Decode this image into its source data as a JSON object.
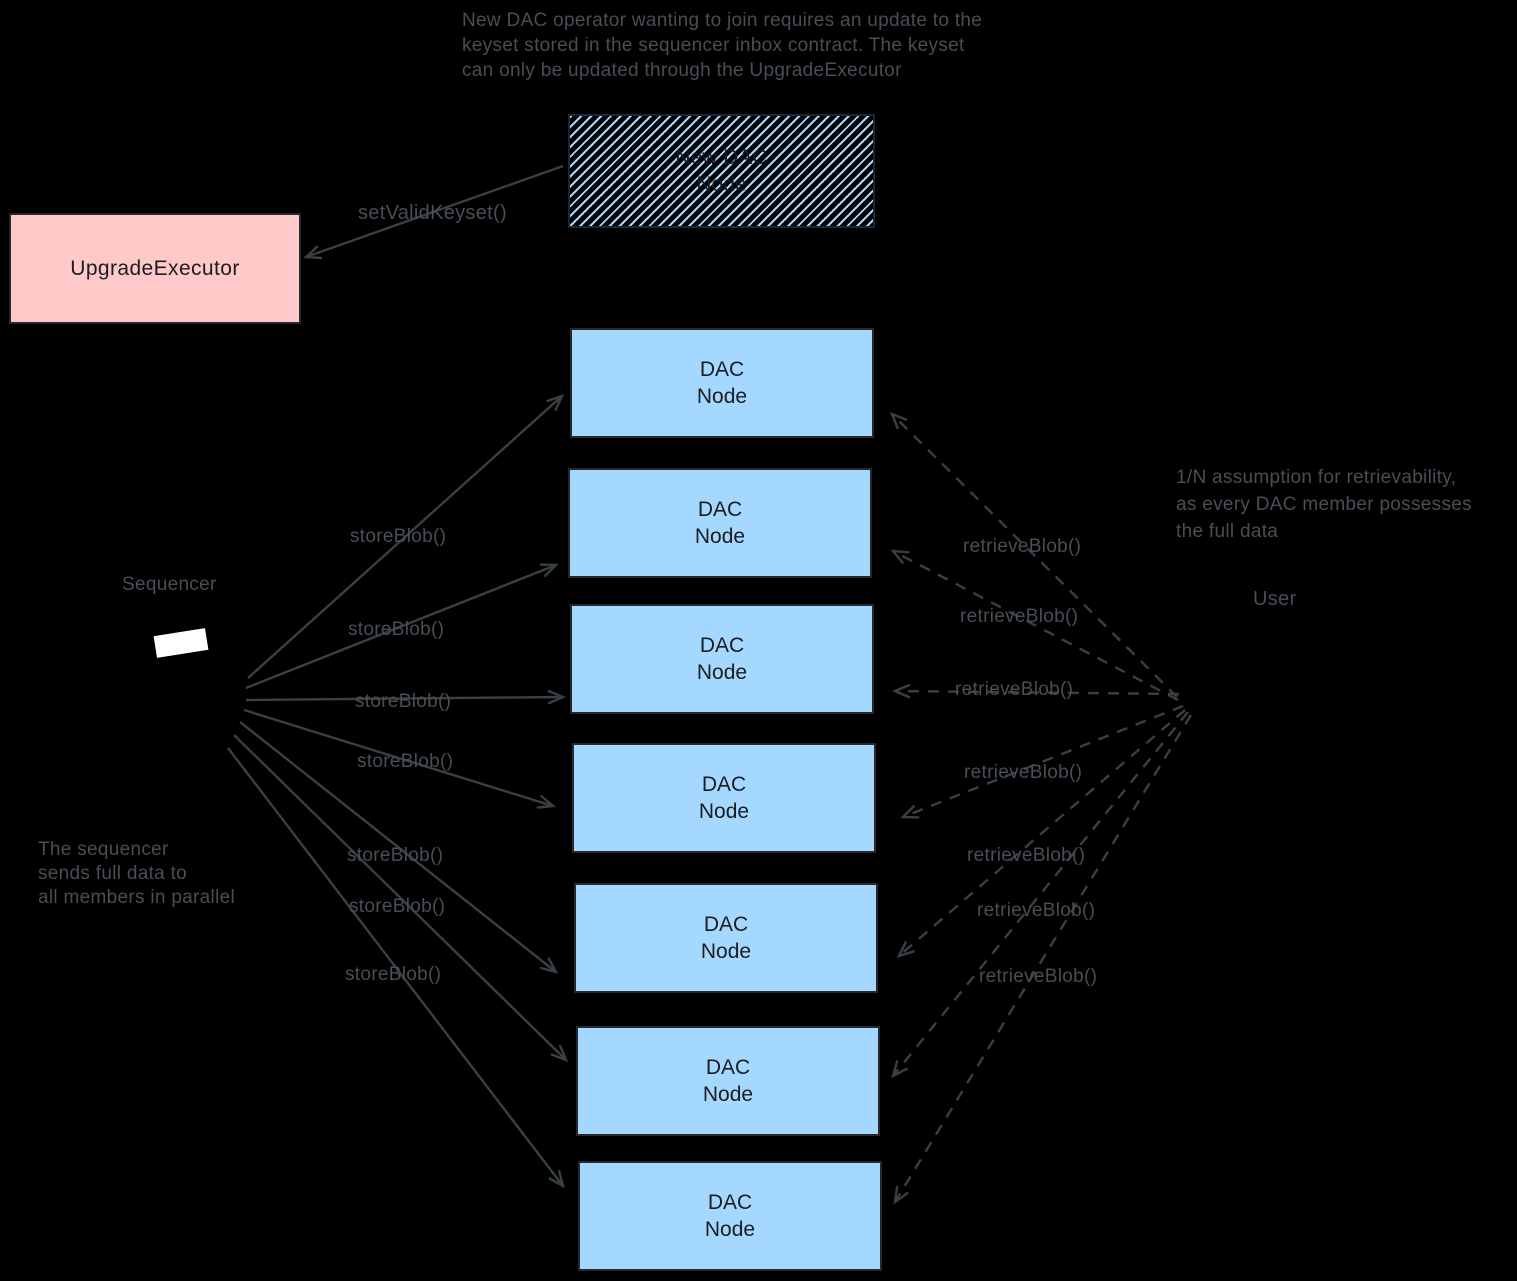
{
  "diagram": {
    "top_note": "New DAC operator wanting to join requires an update to the\nkeyset stored in the sequencer inbox contract. The keyset\ncan only be updated through the UpgradeExecutor",
    "new_dac_node": {
      "label": "New DAC\nNode"
    },
    "upgrade_executor": {
      "label": "UpgradeExecutor"
    },
    "set_valid_keyset_label": "setValidKeyset()",
    "sequencer": {
      "label": "Sequencer"
    },
    "sequencer_note": "The sequencer\nsends full data to\nall members in parallel",
    "user": {
      "label": "User"
    },
    "retrievability_note": "1/N assumption for retrievability,\nas every DAC member possesses\nthe full data",
    "store_blob_labels": [
      "storeBlob()",
      "storeBlob()",
      "storeBlob()",
      "storeBlob()",
      "storeBlob()",
      "storeBlob()",
      "storeBlob()"
    ],
    "retrieve_blob_labels": [
      "retrieveBlob()",
      "retrieveBlob()",
      "retrieveBlob()",
      "retrieveBlob()",
      "retrieveBlob()",
      "retrieveBlob()",
      "retrieveBlob()"
    ],
    "dac_nodes": [
      {
        "label": "DAC\nNode"
      },
      {
        "label": "DAC\nNode"
      },
      {
        "label": "DAC\nNode"
      },
      {
        "label": "DAC\nNode"
      },
      {
        "label": "DAC\nNode"
      },
      {
        "label": "DAC\nNode"
      },
      {
        "label": "DAC\nNode"
      }
    ],
    "colors": {
      "background": "#000000",
      "dac_node_fill": "#a5d8ff",
      "upgrade_executor_fill": "#ffc9c9",
      "box_text": "#1b1d21",
      "annotation_text": "#474e55",
      "arrow_stroke": "#394045",
      "sequencer_shape_fill": "#ffffff"
    }
  }
}
